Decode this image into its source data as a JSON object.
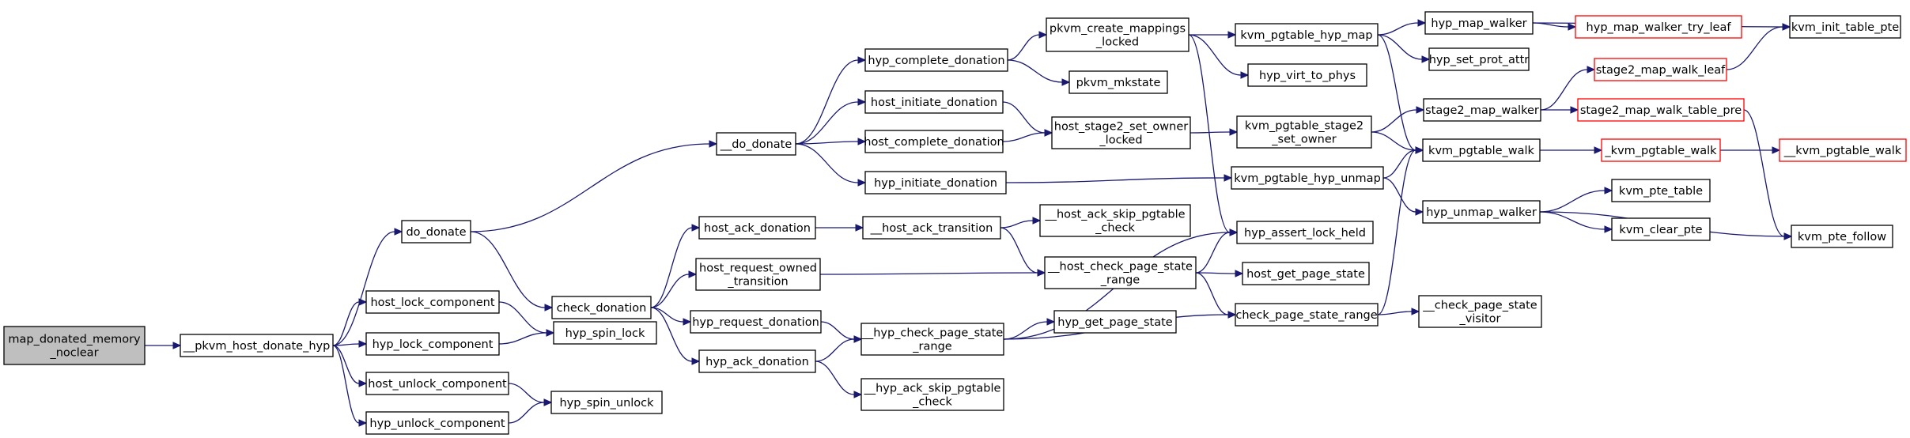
{
  "nodes": [
    {
      "id": "n0",
      "lines": [
        "map_donated_memory",
        "_noclear"
      ],
      "kind": "root"
    },
    {
      "id": "n1",
      "lines": [
        "__pkvm_host_donate_hyp"
      ]
    },
    {
      "id": "n2",
      "lines": [
        "do_donate"
      ]
    },
    {
      "id": "n3",
      "lines": [
        "host_lock_component"
      ]
    },
    {
      "id": "n4",
      "lines": [
        "hyp_lock_component"
      ]
    },
    {
      "id": "n5",
      "lines": [
        "host_unlock_component"
      ]
    },
    {
      "id": "n6",
      "lines": [
        "hyp_unlock_component"
      ]
    },
    {
      "id": "n7",
      "lines": [
        "__do_donate"
      ]
    },
    {
      "id": "n8",
      "lines": [
        "check_donation"
      ]
    },
    {
      "id": "n9",
      "lines": [
        "hyp_spin_lock"
      ]
    },
    {
      "id": "n10",
      "lines": [
        "hyp_spin_unlock"
      ]
    },
    {
      "id": "n11",
      "lines": [
        "hyp_complete_donation"
      ]
    },
    {
      "id": "n12",
      "lines": [
        "host_initiate_donation"
      ]
    },
    {
      "id": "n13",
      "lines": [
        "host_complete_donation"
      ]
    },
    {
      "id": "n14",
      "lines": [
        "hyp_initiate_donation"
      ]
    },
    {
      "id": "n15",
      "lines": [
        "host_ack_donation"
      ]
    },
    {
      "id": "n16",
      "lines": [
        "host_request_owned",
        "_transition"
      ]
    },
    {
      "id": "n17",
      "lines": [
        "hyp_request_donation"
      ]
    },
    {
      "id": "n18",
      "lines": [
        "hyp_ack_donation"
      ]
    },
    {
      "id": "n19",
      "lines": [
        "pkvm_create_mappings",
        "_locked"
      ]
    },
    {
      "id": "n20",
      "lines": [
        "pkvm_mkstate"
      ]
    },
    {
      "id": "n21",
      "lines": [
        "host_stage2_set_owner",
        "_locked"
      ]
    },
    {
      "id": "n22",
      "lines": [
        "__host_ack_transition"
      ]
    },
    {
      "id": "n23",
      "lines": [
        "__host_check_page_state",
        "_range"
      ]
    },
    {
      "id": "n24",
      "lines": [
        "__hyp_check_page_state",
        "_range"
      ]
    },
    {
      "id": "n25",
      "lines": [
        "__hyp_ack_skip_pgtable",
        "_check"
      ]
    },
    {
      "id": "n26",
      "lines": [
        "__host_ack_skip_pgtable",
        "_check"
      ]
    },
    {
      "id": "n27",
      "lines": [
        "hyp_get_page_state"
      ]
    },
    {
      "id": "n28",
      "lines": [
        "kvm_pgtable_hyp_map"
      ]
    },
    {
      "id": "n29",
      "lines": [
        "hyp_virt_to_phys"
      ]
    },
    {
      "id": "n30",
      "lines": [
        "kvm_pgtable_stage2",
        "_set_owner"
      ]
    },
    {
      "id": "n31",
      "lines": [
        "kvm_pgtable_hyp_unmap"
      ]
    },
    {
      "id": "n32",
      "lines": [
        "hyp_assert_lock_held"
      ]
    },
    {
      "id": "n33",
      "lines": [
        "host_get_page_state"
      ]
    },
    {
      "id": "n34",
      "lines": [
        "check_page_state_range"
      ]
    },
    {
      "id": "n35",
      "lines": [
        "hyp_map_walker"
      ]
    },
    {
      "id": "n36",
      "lines": [
        "hyp_set_prot_attr"
      ]
    },
    {
      "id": "n37",
      "lines": [
        "stage2_map_walker"
      ]
    },
    {
      "id": "n38",
      "lines": [
        "kvm_pgtable_walk"
      ]
    },
    {
      "id": "n39",
      "lines": [
        "hyp_unmap_walker"
      ]
    },
    {
      "id": "n40",
      "lines": [
        "__check_page_state",
        "_visitor"
      ]
    },
    {
      "id": "n41",
      "lines": [
        "hyp_map_walker_try_leaf"
      ],
      "kind": "trunc"
    },
    {
      "id": "n42",
      "lines": [
        "stage2_map_walk_leaf"
      ],
      "kind": "trunc"
    },
    {
      "id": "n43",
      "lines": [
        "stage2_map_walk_table_pre"
      ],
      "kind": "trunc"
    },
    {
      "id": "n44",
      "lines": [
        "_kvm_pgtable_walk"
      ],
      "kind": "trunc"
    },
    {
      "id": "n45",
      "lines": [
        "kvm_pte_table"
      ]
    },
    {
      "id": "n46",
      "lines": [
        "kvm_clear_pte"
      ]
    },
    {
      "id": "n47",
      "lines": [
        "kvm_init_table_pte"
      ]
    },
    {
      "id": "n48",
      "lines": [
        "__kvm_pgtable_walk"
      ],
      "kind": "trunc"
    },
    {
      "id": "n49",
      "lines": [
        "kvm_pte_follow"
      ]
    }
  ],
  "edges": [
    [
      "n0",
      "n1"
    ],
    [
      "n1",
      "n2"
    ],
    [
      "n1",
      "n3"
    ],
    [
      "n1",
      "n4"
    ],
    [
      "n1",
      "n5"
    ],
    [
      "n1",
      "n6"
    ],
    [
      "n2",
      "n7"
    ],
    [
      "n2",
      "n8"
    ],
    [
      "n3",
      "n9"
    ],
    [
      "n4",
      "n9"
    ],
    [
      "n5",
      "n10"
    ],
    [
      "n6",
      "n10"
    ],
    [
      "n7",
      "n11"
    ],
    [
      "n7",
      "n12"
    ],
    [
      "n7",
      "n13"
    ],
    [
      "n7",
      "n14"
    ],
    [
      "n8",
      "n15"
    ],
    [
      "n8",
      "n16"
    ],
    [
      "n8",
      "n17"
    ],
    [
      "n8",
      "n18"
    ],
    [
      "n11",
      "n19"
    ],
    [
      "n11",
      "n20"
    ],
    [
      "n12",
      "n21"
    ],
    [
      "n13",
      "n21"
    ],
    [
      "n14",
      "n31"
    ],
    [
      "n15",
      "n22"
    ],
    [
      "n16",
      "n23"
    ],
    [
      "n17",
      "n24"
    ],
    [
      "n18",
      "n24"
    ],
    [
      "n18",
      "n25"
    ],
    [
      "n19",
      "n28"
    ],
    [
      "n19",
      "n29"
    ],
    [
      "n19",
      "n32"
    ],
    [
      "n21",
      "n30"
    ],
    [
      "n22",
      "n26"
    ],
    [
      "n22",
      "n23"
    ],
    [
      "n23",
      "n32"
    ],
    [
      "n23",
      "n33"
    ],
    [
      "n23",
      "n34"
    ],
    [
      "n24",
      "n27"
    ],
    [
      "n24",
      "n32"
    ],
    [
      "n24",
      "n34"
    ],
    [
      "n28",
      "n35"
    ],
    [
      "n28",
      "n36"
    ],
    [
      "n28",
      "n38"
    ],
    [
      "n30",
      "n37"
    ],
    [
      "n30",
      "n38"
    ],
    [
      "n31",
      "n38"
    ],
    [
      "n31",
      "n39"
    ],
    [
      "n34",
      "n40"
    ],
    [
      "n34",
      "n38"
    ],
    [
      "n35",
      "n41"
    ],
    [
      "n35",
      "n47"
    ],
    [
      "n37",
      "n42"
    ],
    [
      "n37",
      "n43"
    ],
    [
      "n38",
      "n44"
    ],
    [
      "n39",
      "n45"
    ],
    [
      "n39",
      "n46"
    ],
    [
      "n39",
      "n49"
    ],
    [
      "n42",
      "n47"
    ],
    [
      "n43",
      "n49"
    ],
    [
      "n44",
      "n48"
    ]
  ],
  "colors": {
    "edge": "#191970",
    "node_border": "#000000",
    "truncated_border": "#ff0000",
    "root_fill": "#bfbfbf",
    "background": "#ffffff"
  }
}
